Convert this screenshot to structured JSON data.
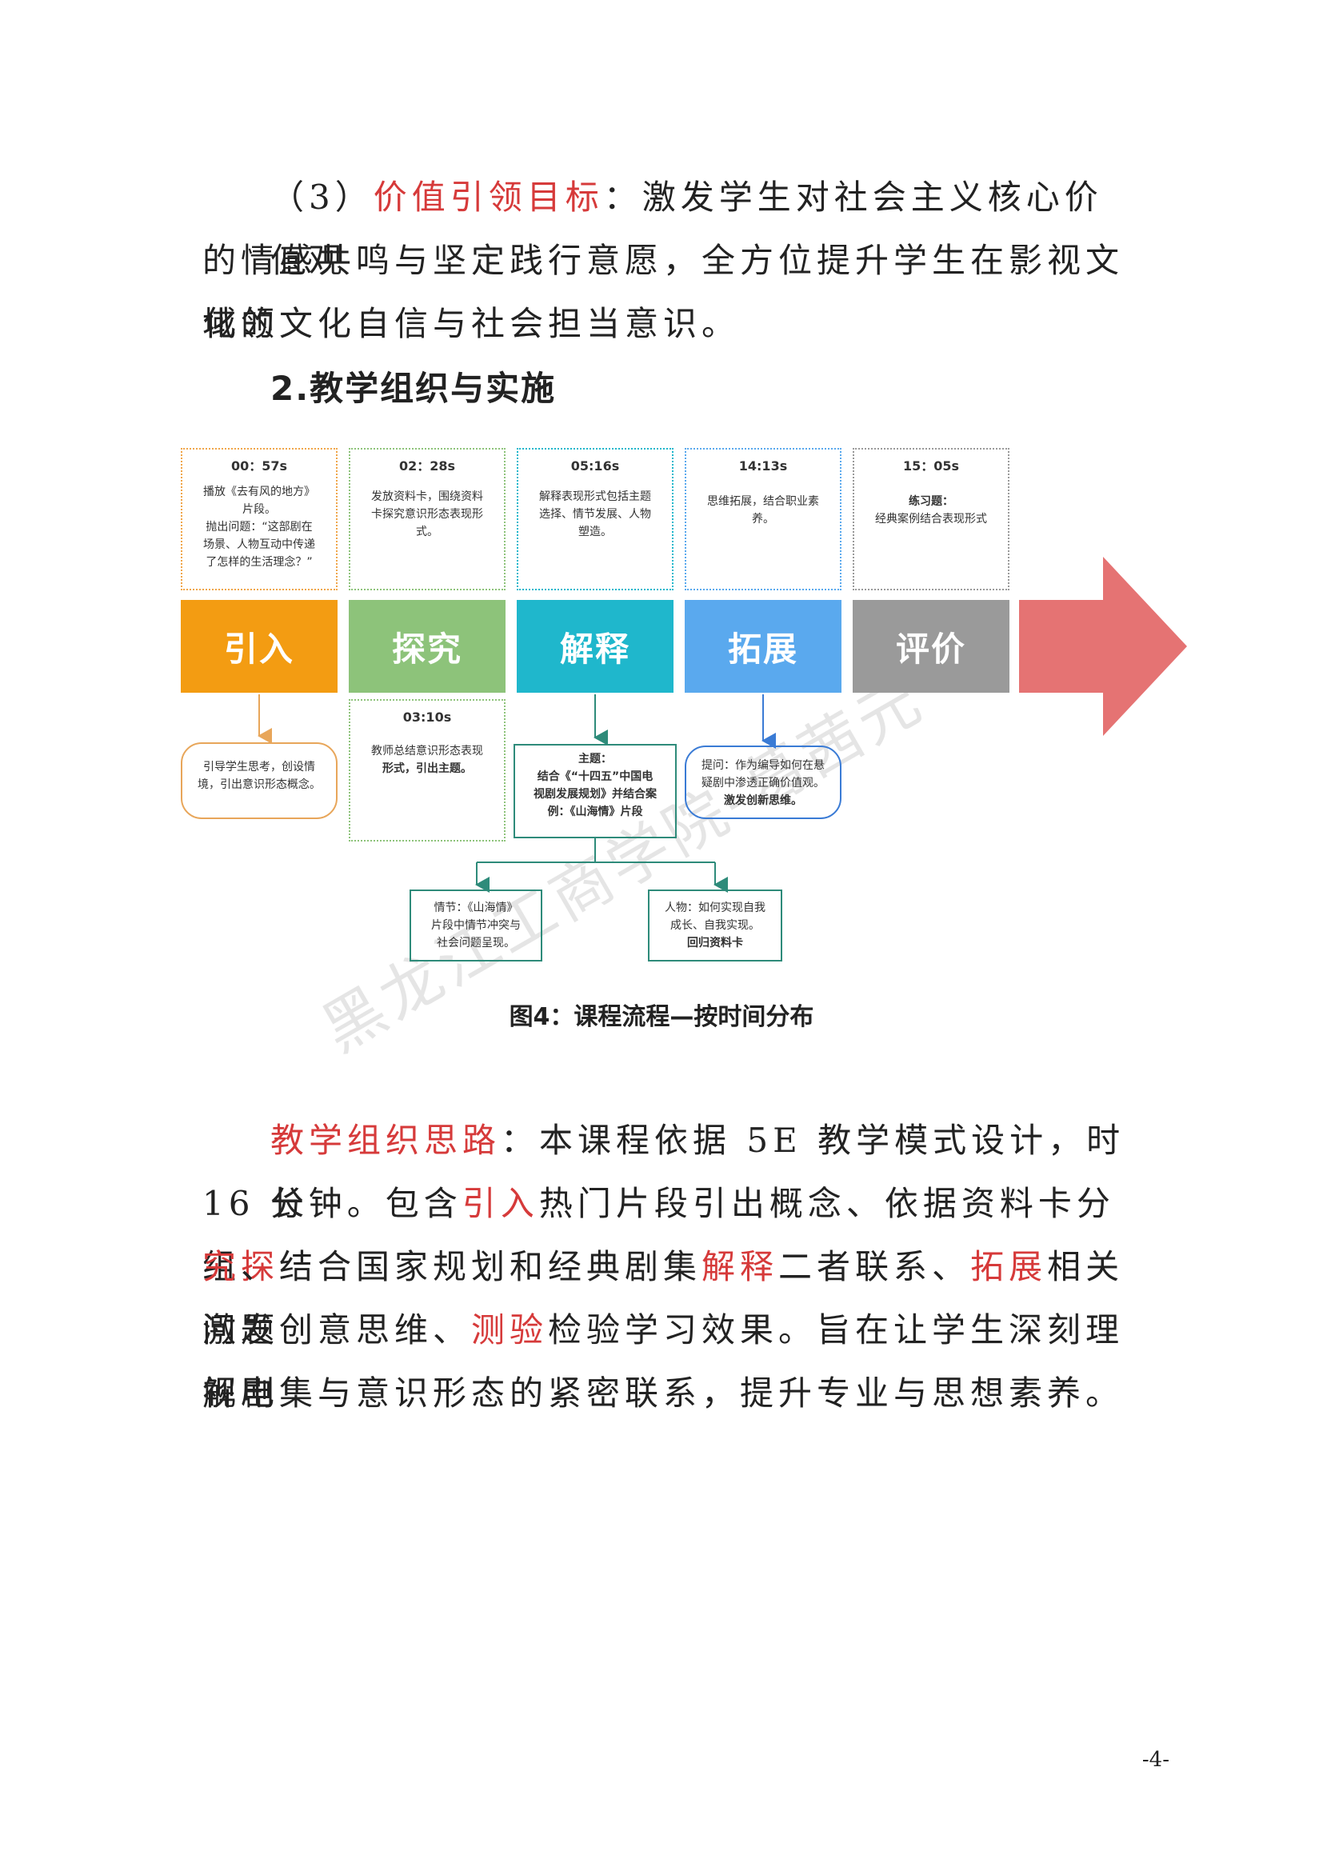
{
  "para1": {
    "prefix": "（3）",
    "term": "价值引领目标",
    "line1_rest": "：激发学生对社会主义核心价值观",
    "line2": "的情感共鸣与坚定践行意愿，全方位提升学生在影视文化领",
    "line3": "域的文化自信与社会担当意识。"
  },
  "heading": "2.教学组织与实施",
  "timeline": [
    {
      "time": "00：57s",
      "lines": [
        "播放《去有风的地方》",
        "片段。",
        "抛出问题：“这部剧在",
        "场景、人物互动中传递",
        "了怎样的生活理念？”"
      ],
      "stage": "引入",
      "color": "#f39c12"
    },
    {
      "time": "02：28s",
      "lines": [
        "发放资料卡，围绕资料",
        "卡探究意识形态表现形",
        "式。"
      ],
      "stage": "探究",
      "color": "#8dc37a"
    },
    {
      "time": "05:16s",
      "lines": [
        "解释表现形式包括主题",
        "选择、情节发展、人物",
        "塑造。"
      ],
      "stage": "解释",
      "color": "#1fb7cc"
    },
    {
      "time": "14:13s",
      "lines": [
        "思维拓展，结合职业素",
        "养。"
      ],
      "stage": "拓展",
      "color": "#5aa9ee"
    },
    {
      "time": "15：05s",
      "lines": [
        "练习题：",
        "经典案例结合表现形式"
      ],
      "stage": "评价",
      "color": "#9a9a9a"
    }
  ],
  "sub_boxes": {
    "intro": [
      "引导学生思考，创设情",
      "境，引出意识形态概念。"
    ],
    "explore_time": "03:10s",
    "explore": [
      "教师总结意识形态表现",
      "形式，引出主题。"
    ],
    "theme": [
      "主题：",
      "结合《“十四五”中国电",
      "视剧发展规划》并结合案",
      "例：《山海情》片段"
    ],
    "extend": [
      "提问：作为编导如何在悬",
      "疑剧中渗透正确价值观。",
      "激发创新思维。"
    ],
    "plot": [
      "情节：《山海情》",
      "片段中情节冲突与",
      "社会问题呈现。"
    ],
    "character": [
      "人物：如何实现自我",
      "成长、自我实现。",
      "回归资料卡"
    ]
  },
  "caption": "图4：课程流程—按时间分布",
  "para2": {
    "l1_term": "教学组织思路",
    "l1_rest": "：本课程依据 5E 教学模式设计，时长",
    "l2_a": "16 分钟。包含",
    "l2_b": "引入",
    "l2_c": "热门片段引出概念、依据资料卡分组",
    "l2_d": "探",
    "l3_a": "究",
    "l3_b": "、结合国家规划和经典剧集",
    "l3_c": "解释",
    "l3_d": "二者联系、",
    "l3_e": "拓展",
    "l3_f": "相关问题",
    "l4_a": "激发创意思维、",
    "l4_b": "测验",
    "l4_c": "检验学习效果。旨在让学生深刻理解电",
    "l5": "视剧集与意识形态的紧密联系，提升专业与思想素养。"
  },
  "watermark": "黑龙江工商学院-葛茜元",
  "page_number": "-4-",
  "colors": {
    "red_text": "#d63a3a",
    "arrow": "#e57373"
  }
}
